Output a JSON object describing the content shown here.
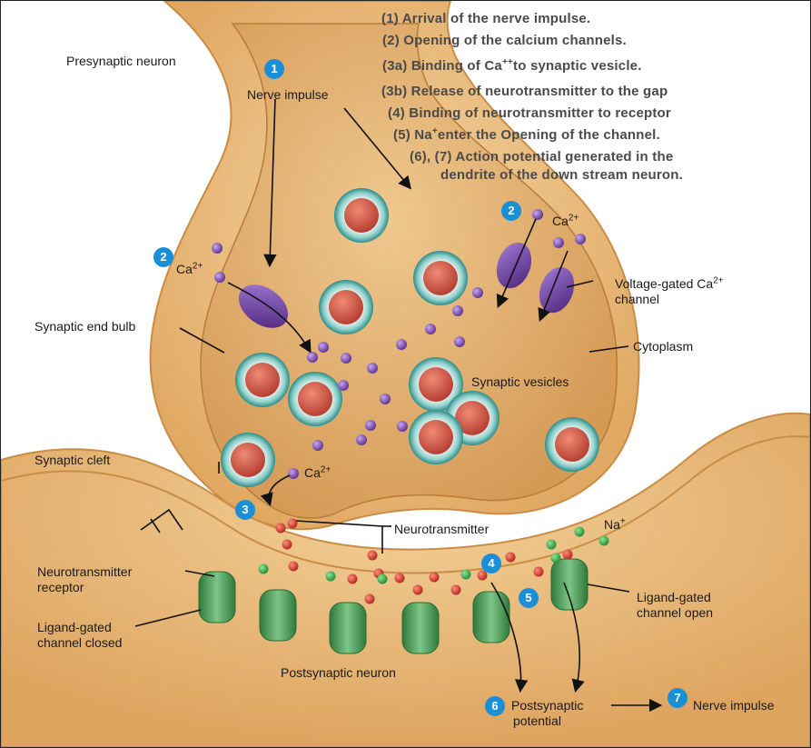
{
  "steps": [
    "(1) Arrival of the nerve impulse.",
    "(2) Opening of the calcium channels.",
    "(3a) Binding of Ca",
    "++",
    "to synaptic vesicle.",
    "(3b) Release of neurotransmitter to the gap",
    "(4) Binding of neurotransmitter to receptor",
    "(5) Na",
    "+",
    "enter the Opening of the channel.",
    "(6), (7) Action potential generated in the",
    "dendrite of the down stream neuron."
  ],
  "labels": {
    "presynaptic_neuron": "Presynaptic neuron",
    "nerve_impulse_top": "Nerve impulse",
    "ca_left": "Ca",
    "ca_sup": "2+",
    "ca_right": "Ca",
    "voltage_gated_1": "Voltage-gated Ca",
    "voltage_gated_2": "channel",
    "synaptic_end_bulb": "Synaptic end bulb",
    "cytoplasm": "Cytoplasm",
    "synaptic_vesicles": "Synaptic vesicles",
    "synaptic_cleft": "Synaptic cleft",
    "ca_bottom": "Ca",
    "neurotransmitter": "Neurotransmitter",
    "na": "Na",
    "na_sup": "+",
    "nt_receptor_1": "Neurotransmitter",
    "nt_receptor_2": "receptor",
    "ligand_closed_1": "Ligand-gated",
    "ligand_closed_2": "channel closed",
    "ligand_open_1": "Ligand-gated",
    "ligand_open_2": "channel open",
    "postsynaptic_neuron": "Postsynaptic neuron",
    "postsynaptic_potential_1": "Postsynaptic",
    "postsynaptic_potential_2": "potential",
    "nerve_impulse_bottom": "Nerve impulse"
  },
  "badges": [
    "1",
    "2",
    "2",
    "3",
    "4",
    "5",
    "6",
    "7"
  ],
  "colors": {
    "neuron_fill": "#e9b877",
    "neuron_inner": "#d9a25c",
    "vesicle_ring": "#49aaa6",
    "vesicle_core": "#c9483d",
    "calcium": "#7b4fb3",
    "channel_purple": "#6a3d9a",
    "receptor_green": "#4f9a55",
    "badge_blue": "#1a8fd6",
    "step_text": "#4a4a4a"
  }
}
